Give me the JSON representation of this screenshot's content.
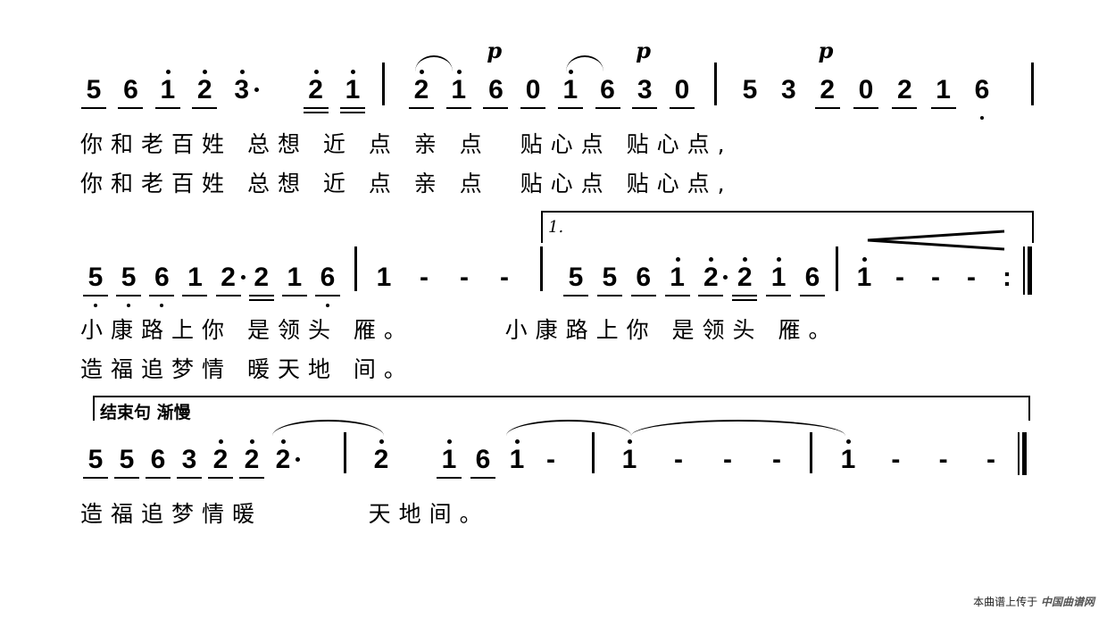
{
  "rows": [
    {
      "measures": [
        [
          {
            "n": "5",
            "u": 1
          },
          {
            "n": "6",
            "u": 1
          },
          {
            "n": "1",
            "o": 1,
            "u": 1
          },
          {
            "n": "2",
            "o": 1,
            "u": 1
          },
          {
            "n": "3",
            "o": 1,
            "aug": 1
          },
          {
            "n": " "
          },
          {
            "n": "2",
            "o": 1,
            "u": 2
          },
          {
            "n": "1",
            "o": 1,
            "u": 2
          }
        ],
        [
          {
            "n": "2",
            "o": 1,
            "u": 1
          },
          {
            "n": "1",
            "o": 1,
            "u": 1
          },
          {
            "n": "6",
            "u": 1,
            "dyn": "p"
          },
          {
            "n": "0",
            "u": 1
          },
          {
            "n": "1",
            "o": 1,
            "u": 1
          },
          {
            "n": "6",
            "u": 1
          },
          {
            "n": "3",
            "u": 1,
            "dyn": "p"
          },
          {
            "n": "0",
            "u": 1
          }
        ],
        [
          {
            "n": "5"
          },
          {
            "n": "3"
          },
          {
            "n": "2",
            "u": 1,
            "dyn": "p"
          },
          {
            "n": "0",
            "u": 1
          },
          {
            "n": "2",
            "u": 1
          },
          {
            "n": "1",
            "u": 1
          },
          {
            "n": "6",
            "l": 1
          }
        ]
      ],
      "lyrics": [
        "你和老百姓 总想 近 点 亲 点  贴心点 贴心点,",
        "你和老百姓 总想 近 点 亲 点  贴心点 贴心点,"
      ]
    },
    {
      "measures": [
        [
          {
            "n": "5",
            "l": 1,
            "u": 1
          },
          {
            "n": "5",
            "l": 1,
            "u": 1
          },
          {
            "n": "6",
            "l": 1,
            "u": 1
          },
          {
            "n": "1",
            "u": 1
          },
          {
            "n": "2",
            "aug": 1,
            "u": 1
          },
          {
            "n": "2",
            "u": 2
          },
          {
            "n": "1",
            "u": 1
          },
          {
            "n": "6",
            "l": 1,
            "u": 1
          }
        ],
        [
          {
            "n": "1"
          },
          {
            "n": "-"
          },
          {
            "n": "-"
          },
          {
            "n": "-"
          }
        ],
        [
          {
            "n": "5",
            "u": 1
          },
          {
            "n": "5",
            "u": 1
          },
          {
            "n": "6",
            "u": 1
          },
          {
            "n": "1",
            "o": 1,
            "u": 1
          },
          {
            "n": "2",
            "o": 1,
            "aug": 1,
            "u": 1
          },
          {
            "n": "2",
            "o": 1,
            "u": 2
          },
          {
            "n": "1",
            "o": 1,
            "u": 1
          },
          {
            "n": "6",
            "u": 1
          }
        ],
        [
          {
            "n": "1",
            "o": 1
          },
          {
            "n": "-"
          },
          {
            "n": "-"
          },
          {
            "n": "-"
          },
          {
            "n": ":"
          }
        ]
      ],
      "volta": "1.",
      "lyrics": [
        "小康路上你 是领头 雁。      小康路上你 是领头 雁。",
        "造福追梦情 暖天地 间。"
      ]
    },
    {
      "measures": [
        [
          {
            "n": "5",
            "u": 1
          },
          {
            "n": "5",
            "u": 1
          },
          {
            "n": "6",
            "u": 1
          },
          {
            "n": "3",
            "u": 1
          },
          {
            "n": "2",
            "o": 1,
            "u": 1
          },
          {
            "n": "2",
            "o": 1,
            "u": 1
          },
          {
            "n": "2",
            "o": 1,
            "aug": 1
          }
        ],
        [
          {
            "n": "2",
            "o": 1
          },
          {
            "n": " "
          },
          {
            "n": "1",
            "o": 1,
            "u": 1
          },
          {
            "n": "6",
            "u": 1
          },
          {
            "n": "1",
            "o": 1
          },
          {
            "n": "-"
          }
        ],
        [
          {
            "n": "1",
            "o": 1
          },
          {
            "n": "-"
          },
          {
            "n": "-"
          },
          {
            "n": "-"
          }
        ],
        [
          {
            "n": "1",
            "o": 1
          },
          {
            "n": "-"
          },
          {
            "n": "-"
          },
          {
            "n": "-"
          }
        ]
      ],
      "ending_label": "结束句 渐慢",
      "lyrics": [
        "造福追梦情暖       天地间。"
      ]
    }
  ],
  "footer": {
    "text": "本曲谱上传于",
    "site": "中国曲谱网"
  }
}
